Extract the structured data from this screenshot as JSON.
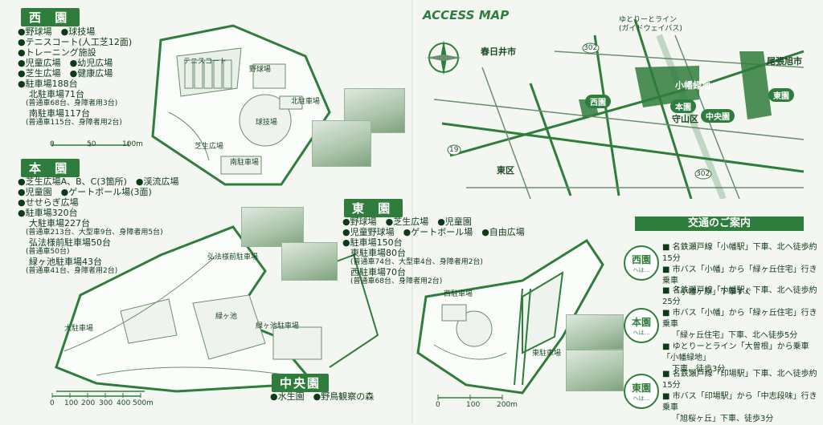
{
  "west": {
    "title": "西 園",
    "items": [
      {
        "text": "●野球場　●球技場"
      },
      {
        "text": "●テニスコート(人工芝12面)"
      },
      {
        "text": "●トレーニング施設"
      },
      {
        "text": "●児童広場　●幼児広場"
      },
      {
        "text": "●芝生広場　●健康広場"
      },
      {
        "text": "●駐車場188台"
      }
    ],
    "parking": [
      {
        "text": "北駐車場71台",
        "note": "(普通車68台、身障者用3台)"
      },
      {
        "text": "南駐車場117台",
        "note": "(普通車115台、身障者用2台)"
      }
    ],
    "scale": [
      "0",
      "50",
      "100m"
    ],
    "map_labels": [
      "テニスコート",
      "野球場",
      "球技場",
      "北駐車場",
      "南駐車場",
      "芝生広場"
    ]
  },
  "main": {
    "title": "本 園",
    "items": [
      {
        "text": "●芝生広場A、B、C(3箇所)　●渓流広場"
      },
      {
        "text": "●児童園　●ゲートボール場(3面)"
      },
      {
        "text": "●せせらぎ広場"
      },
      {
        "text": "●駐車場320台"
      }
    ],
    "parking": [
      {
        "text": "大駐車場227台",
        "note": "(普通車213台、大型車9台、身障者用5台)"
      },
      {
        "text": "弘法様前駐車場50台",
        "note": "(普通車50台)"
      },
      {
        "text": "緑ヶ池駐車場43台",
        "note": "(普通車41台、身障者用2台)"
      }
    ],
    "scale": [
      "0",
      "100",
      "200",
      "300",
      "400",
      "500m"
    ],
    "map_labels": [
      "弘法様前駐車場",
      "大駐車場",
      "緑ヶ池駐車場",
      "緑ヶ池"
    ]
  },
  "central": {
    "title": "中央園",
    "items": [
      {
        "text": "●水生園　●野鳥観察の森"
      }
    ]
  },
  "east": {
    "title": "東 園",
    "items": [
      {
        "text": "●野球場　●芝生広場　●児童園"
      },
      {
        "text": "●児童野球場　●ゲートボール場　●自由広場"
      },
      {
        "text": "●駐車場150台"
      }
    ],
    "parking": [
      {
        "text": "東駐車場80台",
        "note": "(普通車74台、大型車4台、身障者用2台)"
      },
      {
        "text": "西駐車場70台",
        "note": "(普通車68台、身障者用2台)"
      }
    ],
    "scale": [
      "0",
      "100",
      "200m"
    ],
    "map_labels": [
      "西駐車場",
      "東駐車場"
    ]
  },
  "access": {
    "title": "ACCESS MAP",
    "places": {
      "kasugai": "春日井市",
      "owariasahi": "尾張旭市",
      "moriyama": "守山区",
      "higashi": "東区",
      "obata": "小幡緑地",
      "guideway": "ゆとりーとライン",
      "guideway_sub": "(ガイドウェイバス)"
    },
    "nodes": {
      "west": "西園",
      "main": "本園",
      "central": "中央園",
      "east": "東園"
    },
    "route_numbers": [
      "302",
      "19",
      "302"
    ]
  },
  "transit": {
    "title": "交通のご案内",
    "west": {
      "label": "西園",
      "sub": "へは…",
      "lines": [
        "■ 名鉄瀬戸線「小幡駅」下車、北へ徒歩約15分",
        "■ 市バス「小幡」から「緑ヶ丘住宅」行き乗車",
        "「小幡ヶ原」下車すぐ"
      ]
    },
    "main": {
      "label": "本園",
      "sub": "へは…",
      "lines": [
        "■ 名鉄瀬戸線「小幡駅」下車、北へ徒歩約25分",
        "■ 市バス「小幡」から「緑ヶ丘住宅」行き乗車",
        "「緑ヶ丘住宅」下車、北へ徒歩5分",
        "■ ゆとりーとライン「大曽根」から乗車「小幡緑地」",
        "下車、徒歩3分"
      ]
    },
    "east": {
      "label": "東園",
      "sub": "へは…",
      "lines": [
        "■ 名鉄瀬戸線「印場駅」下車、北へ徒歩約15分",
        "■ 市バス「印場駅」から「中志段味」行き乗車",
        "「旭桜ヶ丘」下車、徒歩3分"
      ]
    }
  }
}
